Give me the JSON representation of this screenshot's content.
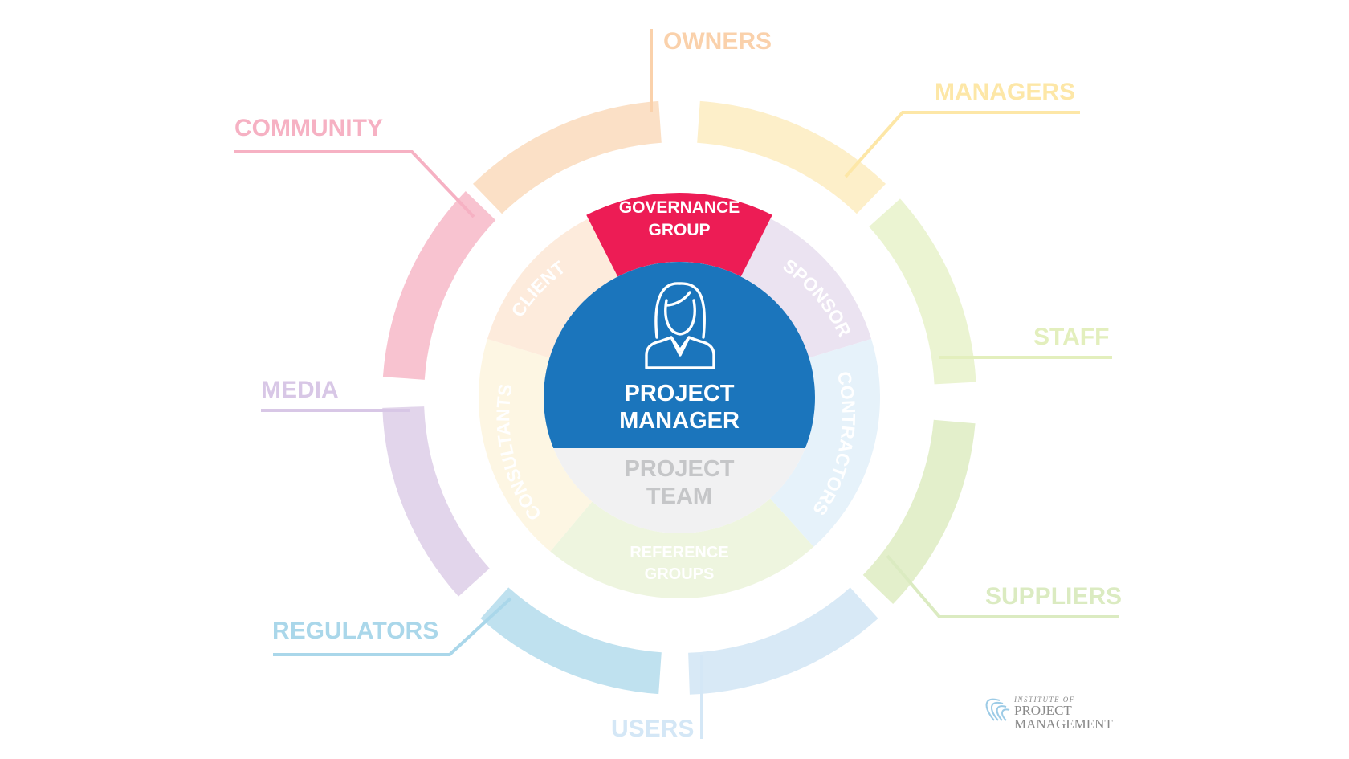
{
  "center": {
    "title_line1": "PROJECT",
    "title_line2": "MANAGER",
    "color": "#1b75bc",
    "icon": "person-icon"
  },
  "team": {
    "line1": "PROJECT",
    "line2": "TEAM",
    "color": "#f1f1f2"
  },
  "governance": {
    "line1": "GOVERNANCE",
    "line2": "GROUP",
    "color": "#ed1c55"
  },
  "inner_ring": [
    {
      "label": "SPONSOR",
      "color": "#ebe3f1"
    },
    {
      "label": "CONTRACTORS",
      "color": "#e6f2fa"
    },
    {
      "label": "REFERENCE",
      "label2": "GROUPS",
      "color": "#eef5df"
    },
    {
      "label": "CONSULTANTS",
      "color": "#fdf6e3"
    },
    {
      "label": "CLIENT",
      "color": "#fdebdc"
    }
  ],
  "outer_ring": [
    {
      "label": "OWNERS",
      "color": "#fbe0c6"
    },
    {
      "label": "MANAGERS",
      "color": "#fdefc9"
    },
    {
      "label": "STAFF",
      "color": "#ebf4d2"
    },
    {
      "label": "SUPPLIERS",
      "color": "#e3efcb"
    },
    {
      "label": "USERS",
      "color": "#d8e9f6"
    },
    {
      "label": "REGULATORS",
      "color": "#bfe1ef"
    },
    {
      "label": "MEDIA",
      "color": "#e2d5eb"
    },
    {
      "label": "COMMUNITY",
      "color": "#f8c3d0"
    }
  ],
  "label_colors": {
    "OWNERS": "#fad1ab",
    "MANAGERS": "#fde7a7",
    "STAFF": "#e3efbd",
    "SUPPLIERS": "#dbebc1",
    "USERS": "#d4e7f6",
    "REGULATORS": "#aad7ea",
    "MEDIA": "#d8c7e6",
    "COMMUNITY": "#f6b1c3"
  },
  "logo": {
    "line1": "INSTITUTE OF",
    "line2": "PROJECT",
    "line3": "MANAGEMENT",
    "color": "#8a8a8a"
  }
}
